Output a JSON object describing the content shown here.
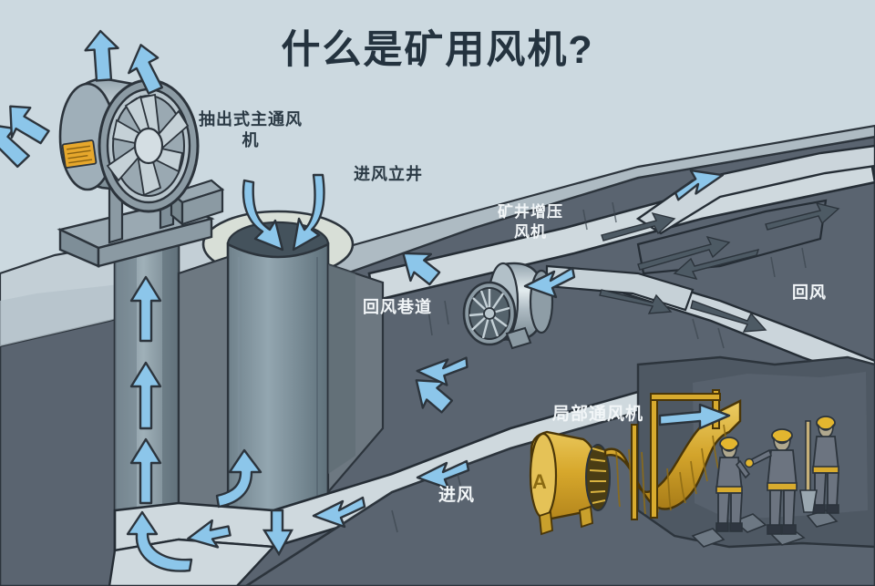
{
  "illustration": {
    "title": "什么是矿用风机?",
    "title_color": "#24333f",
    "background_color": "#ccd9e0",
    "rock_color": "#5a6470",
    "tunnel_floor_color": "#cfd9de",
    "airflow_arrow_color": "#8cc6ea",
    "equipment_yellow": "#d8ab2e",
    "metal_gray": "#9aa7b0"
  },
  "labels": [
    {
      "id": "main-exhaust-fan",
      "text": "抽出式主通风\n机",
      "color": "dark"
    },
    {
      "id": "intake-shaft",
      "text": "进风立井",
      "color": "dark"
    },
    {
      "id": "booster-fan",
      "text": "矿井增压\n风机",
      "color": "light"
    },
    {
      "id": "return-airway",
      "text": "回风巷道",
      "color": "light"
    },
    {
      "id": "return-air",
      "text": "回风",
      "color": "light"
    },
    {
      "id": "local-fan",
      "text": "局部通风机",
      "color": "light"
    },
    {
      "id": "intake-air",
      "text": "进风",
      "color": "light"
    }
  ],
  "scene_elements": {
    "main_fan": "抽出式主通风机",
    "intake_shaft": "进风立井",
    "booster_fan": "矿井增压风机",
    "local_fan": "局部通风机",
    "miners_count": 3,
    "exhaust_arrows": 4
  }
}
